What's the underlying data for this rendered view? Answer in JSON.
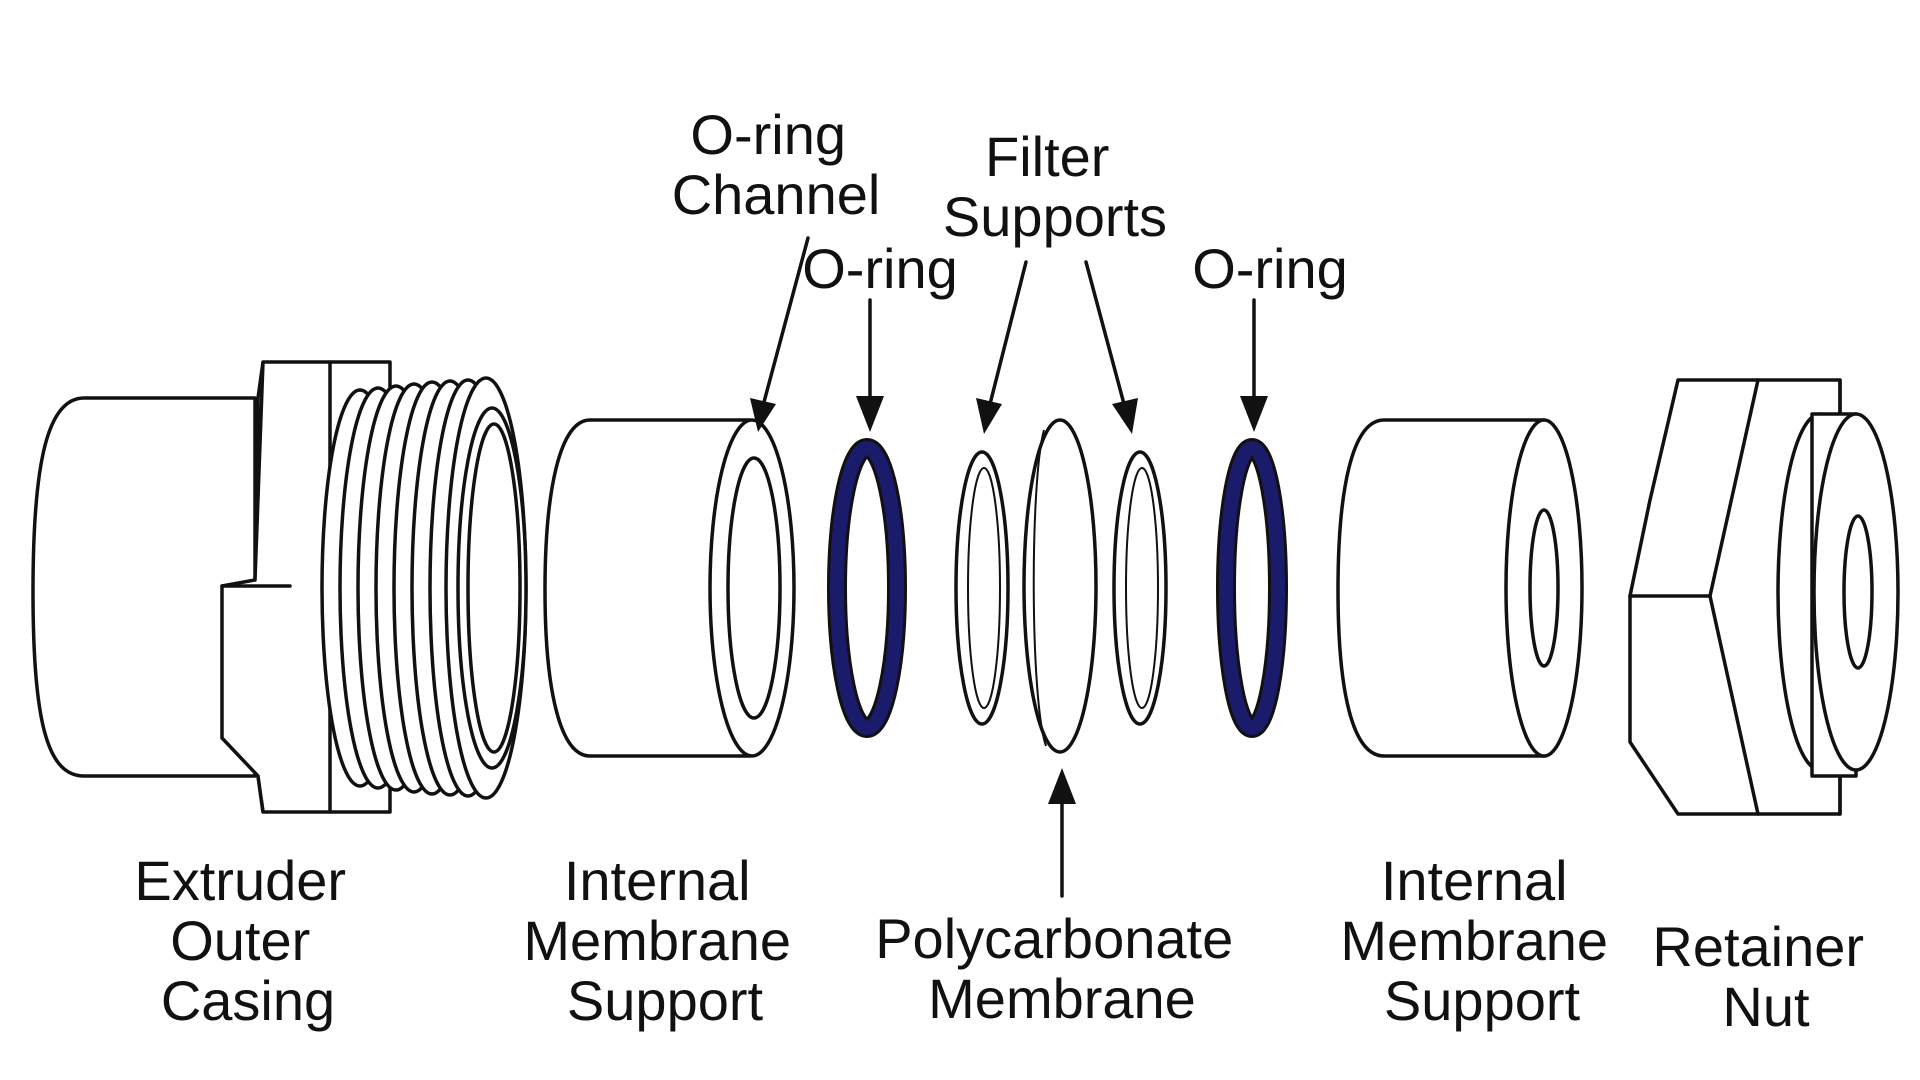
{
  "colors": {
    "outline": "#111111",
    "background": "#ffffff",
    "o_ring": "#1b1b6b"
  },
  "labels": {
    "extruder_casing": [
      "Extruder",
      "Outer",
      "Casing"
    ],
    "internal_support_left": [
      "Internal",
      "Membrane",
      "Support"
    ],
    "polycarbonate_membrane": [
      "Polycarbonate",
      "Membrane"
    ],
    "internal_support_right": [
      "Internal",
      "Membrane",
      "Support"
    ],
    "retainer_nut": [
      "Retainer",
      "Nut"
    ],
    "o_ring_channel": [
      "O-ring",
      "Channel"
    ],
    "o_ring_left": "O-ring",
    "filter_supports": [
      "Filter",
      "Supports"
    ],
    "o_ring_right": "O-ring"
  }
}
